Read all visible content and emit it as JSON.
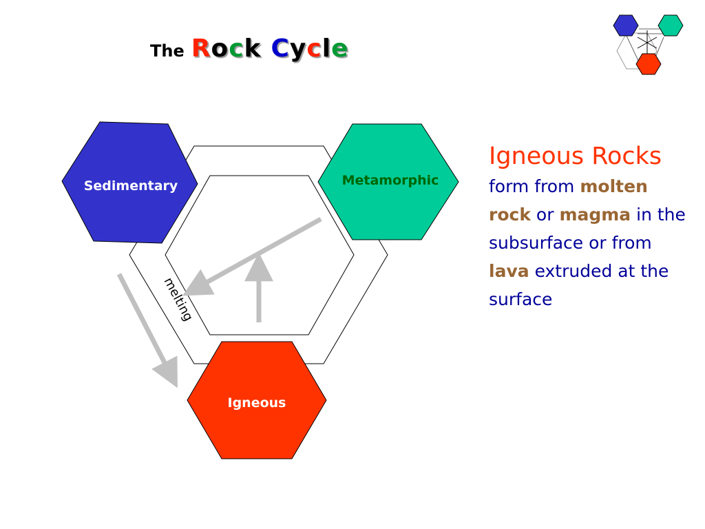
{
  "title": {
    "prefix": "The",
    "word1": [
      {
        "ch": "R",
        "color": "#ff2200"
      },
      {
        "ch": "o",
        "color": "#000000"
      },
      {
        "ch": "c",
        "color": "#009933"
      },
      {
        "ch": "k",
        "color": "#000000"
      }
    ],
    "word2": [
      {
        "ch": "C",
        "color": "#0000cc"
      },
      {
        "ch": "y",
        "color": "#000000"
      },
      {
        "ch": "c",
        "color": "#ff2200"
      },
      {
        "ch": "l",
        "color": "#000000"
      },
      {
        "ch": "e",
        "color": "#009933"
      }
    ]
  },
  "diagram": {
    "sedimentary": {
      "label": "Sedimentary",
      "fill": "#3333cc",
      "text_color": "#ffffff"
    },
    "metamorphic": {
      "label": "Metamorphic",
      "fill": "#00cc99",
      "text_color": "#006600"
    },
    "igneous": {
      "label": "Igneous",
      "fill": "#ff3300",
      "text_color": "#ffffff"
    },
    "melting_label": "melting",
    "arrow_color": "#c0c0c0"
  },
  "side_text": {
    "heading": "Igneous Rocks",
    "line1": "form from",
    "hl1": "molten rock",
    "t2": "or",
    "hl2": "magma",
    "t3": "in the subsurface or from",
    "hl3": "lava",
    "t4": "extruded at the surface"
  }
}
